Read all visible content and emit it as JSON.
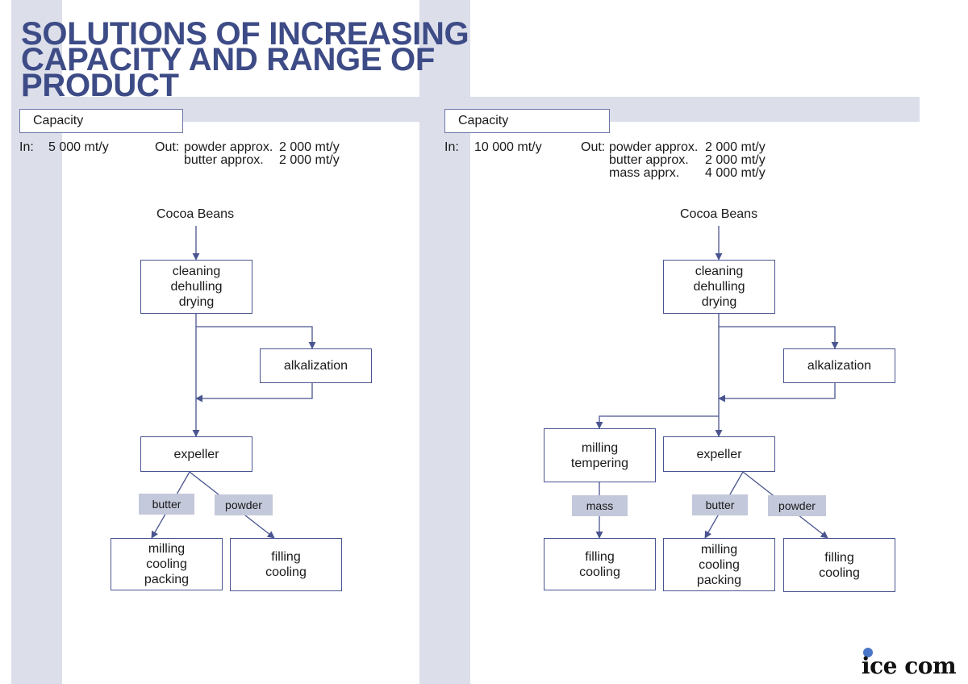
{
  "title_lines": [
    "SOLUTIONS OF INCREASING",
    "CAPACITY AND RANGE OF",
    "PRODUCT"
  ],
  "left": {
    "capacity_label": "Capacity",
    "in_label": "In:",
    "in_value": "5 000 mt/y",
    "out_label": "Out:",
    "out_lines": [
      {
        "name": "powder approx.",
        "value": "2 000 mt/y"
      },
      {
        "name": "butter approx.",
        "value": "2 000 mt/y"
      }
    ],
    "source": "Cocoa Beans",
    "cleaning": [
      "cleaning",
      "dehulling",
      "drying"
    ],
    "alkalization": "alkalization",
    "expeller": "expeller",
    "butter": "butter",
    "powder": "powder",
    "milling": [
      "milling",
      "cooling",
      "packing"
    ],
    "filling": [
      "filling",
      "cooling"
    ]
  },
  "right": {
    "capacity_label": "Capacity",
    "in_label": "In:",
    "in_value": "10 000 mt/y",
    "out_label": "Out:",
    "out_lines": [
      {
        "name": "powder approx.",
        "value": "2 000 mt/y"
      },
      {
        "name": "butter approx.",
        "value": "2 000 mt/y"
      },
      {
        "name": "mass apprx.",
        "value": "4 000 mt/y"
      }
    ],
    "source": "Cocoa Beans",
    "cleaning": [
      "cleaning",
      "dehulling",
      "drying"
    ],
    "alkalization": "alkalization",
    "milling_tempering": [
      "milling",
      "tempering"
    ],
    "mass": "mass",
    "filling_mass": [
      "filling",
      "cooling"
    ],
    "expeller": "expeller",
    "butter": "butter",
    "powder": "powder",
    "milling": [
      "milling",
      "cooling",
      "packing"
    ],
    "filling": [
      "filling",
      "cooling"
    ]
  },
  "logo": "ice com",
  "colors": {
    "title": "#3d4b86",
    "band": "#dcdfea",
    "line": "#4a5590",
    "tag": "#c3c8da",
    "logo_dot": "#4a76c9"
  }
}
